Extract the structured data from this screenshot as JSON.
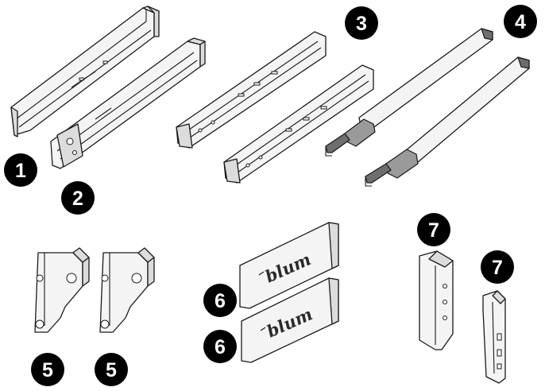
{
  "badges": {
    "b1": "1",
    "b2": "2",
    "b3": "3",
    "b4": "4",
    "b5a": "5",
    "b5b": "5",
    "b6a": "6",
    "b6b": "6",
    "b7a": "7",
    "b7b": "7"
  },
  "cover_caps": {
    "logo_text": "blum"
  },
  "colors": {
    "badge": "#000000",
    "badge_text": "#ffffff",
    "line_art": "#1a1a1a",
    "grip": "#9a9a9a"
  }
}
